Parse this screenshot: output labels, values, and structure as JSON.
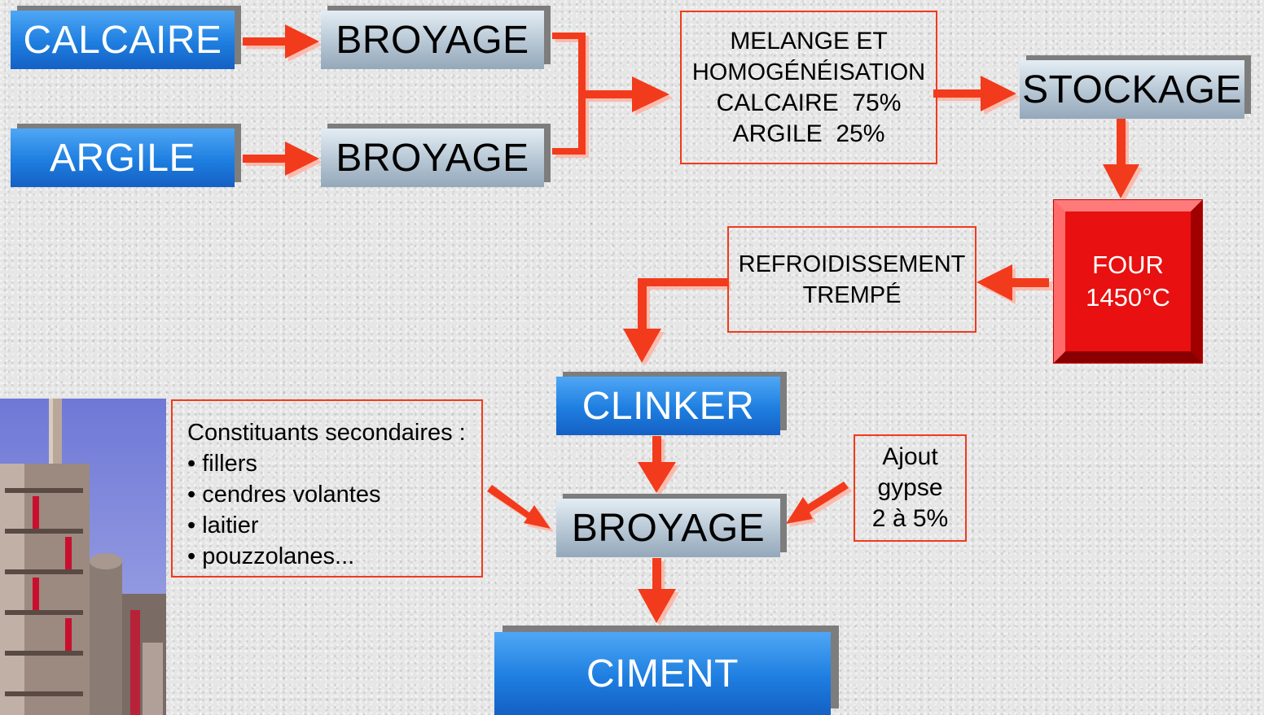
{
  "nodes": {
    "calcaire": "CALCAIRE",
    "argile": "ARGILE",
    "broyage_1": "BROYAGE",
    "broyage_2": "BROYAGE",
    "melange": {
      "line1": "MELANGE ET",
      "line2": "HOMOGÉNÉISATION",
      "line3": "CALCAIRE  75%",
      "line4": "ARGILE  25%"
    },
    "stockage": "STOCKAGE",
    "four": {
      "line1": "FOUR",
      "line2": "1450°C"
    },
    "refroidissement": {
      "line1": "REFROIDISSEMENT",
      "line2": "TREMPÉ"
    },
    "clinker": "CLINKER",
    "broyage_3": "BROYAGE",
    "ciment": "CIMENT",
    "constituants": {
      "title": "Constituants secondaires :",
      "items": [
        "• fillers",
        "• cendres volantes",
        "• laitier",
        "• pouzzolanes..."
      ]
    },
    "gypse": {
      "line1": "Ajout",
      "line2": "gypse",
      "line3": "2 à 5%"
    }
  },
  "colors": {
    "arrow": "#f23a1c",
    "blue_box": "#1e7ee0",
    "grey_box": "#b6c6d4",
    "four_red": "#e81010",
    "outline": "#f23a1c"
  },
  "illustration": {
    "subject": "cement-factory-photo"
  }
}
